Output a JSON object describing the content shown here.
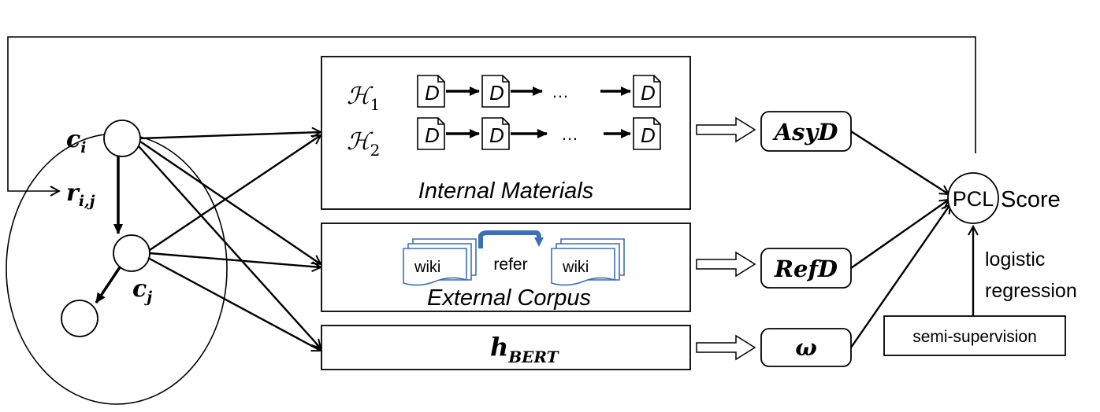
{
  "graph": {
    "node_ci": "c",
    "node_ci_sub": "i",
    "relation": "r",
    "relation_sub": "i,j",
    "node_cj": "c",
    "node_cj_sub": "j"
  },
  "internal": {
    "row1_symbol": "ℋ",
    "row1_sub": "1",
    "row2_symbol": "ℋ",
    "row2_sub": "2",
    "doc_letter": "D",
    "ellipsis": "…",
    "caption": "Internal Materials"
  },
  "external": {
    "wiki_left": "wiki",
    "wiki_right": "wiki",
    "refer": "refer",
    "caption": "External Corpus",
    "accent_color": "#3d6fb6"
  },
  "bert": {
    "symbol": "h",
    "sub": "BERT"
  },
  "features": {
    "asyd": "AsyD",
    "refd": "RefD",
    "omega": "ω"
  },
  "output": {
    "pcl": "PCL",
    "score": "Score",
    "logistic_line1": "logistic",
    "logistic_line2": "regression",
    "semi": "semi-supervision"
  }
}
